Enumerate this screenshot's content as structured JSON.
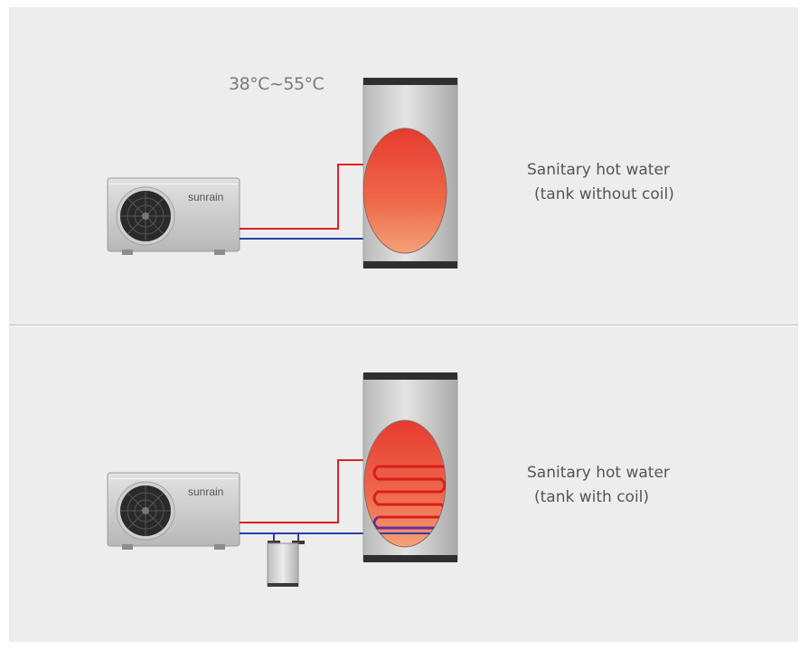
{
  "temperature_range": "38°C~55°C",
  "brand": "sunrain",
  "systems": [
    {
      "title": "Sanitary hot water",
      "subtitle": "(tank without coil)"
    },
    {
      "title": "Sanitary hot water",
      "subtitle": "(tank with coil)"
    }
  ],
  "colors": {
    "panel_bg": "#ededed",
    "hot_pipe": "#e02020",
    "cold_pipe": "#2b3fa8",
    "text": "#555555"
  }
}
